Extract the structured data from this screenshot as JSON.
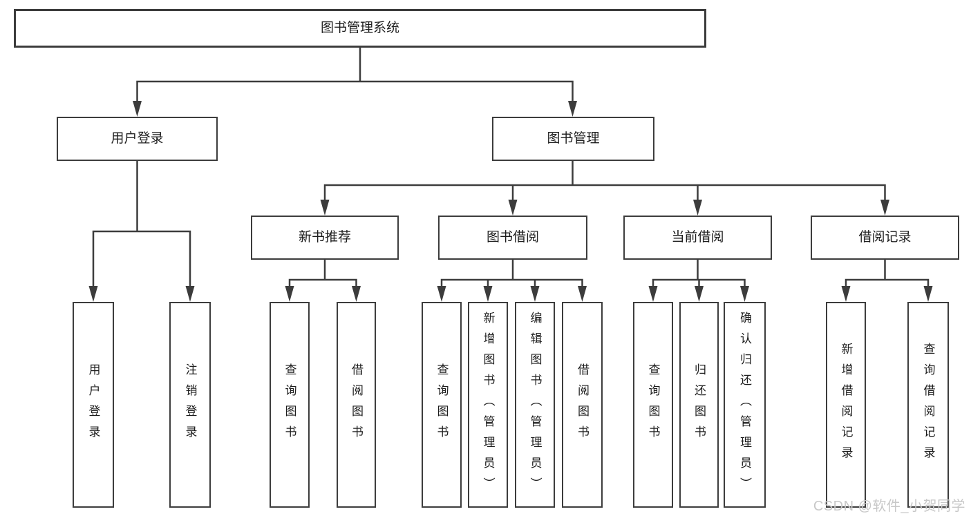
{
  "diagram": {
    "title": "图书管理系统",
    "tree": {
      "label": "图书管理系统",
      "children": [
        {
          "label": "用户登录",
          "children": [
            {
              "label": "用户登录"
            },
            {
              "label": "注销登录"
            }
          ]
        },
        {
          "label": "图书管理",
          "children": [
            {
              "label": "新书推荐",
              "children": [
                {
                  "label": "查询图书"
                },
                {
                  "label": "借阅图书"
                }
              ]
            },
            {
              "label": "图书借阅",
              "children": [
                {
                  "label": "查询图书"
                },
                {
                  "label": "新增图书（管理员）"
                },
                {
                  "label": "编辑图书（管理员）"
                },
                {
                  "label": "借阅图书"
                }
              ]
            },
            {
              "label": "当前借阅",
              "children": [
                {
                  "label": "查询图书"
                },
                {
                  "label": "归还图书"
                },
                {
                  "label": "确认归还（管理员）"
                }
              ]
            },
            {
              "label": "借阅记录",
              "children": [
                {
                  "label": "新增借阅记录"
                },
                {
                  "label": "查询借阅记录"
                }
              ]
            }
          ]
        }
      ]
    },
    "watermark": "CSDN @软件_小贺同学",
    "colors": {
      "line": "#3c3c3c",
      "text": "#1d1d1d",
      "watermark": "#c8c8c8",
      "background": "#ffffff"
    }
  }
}
